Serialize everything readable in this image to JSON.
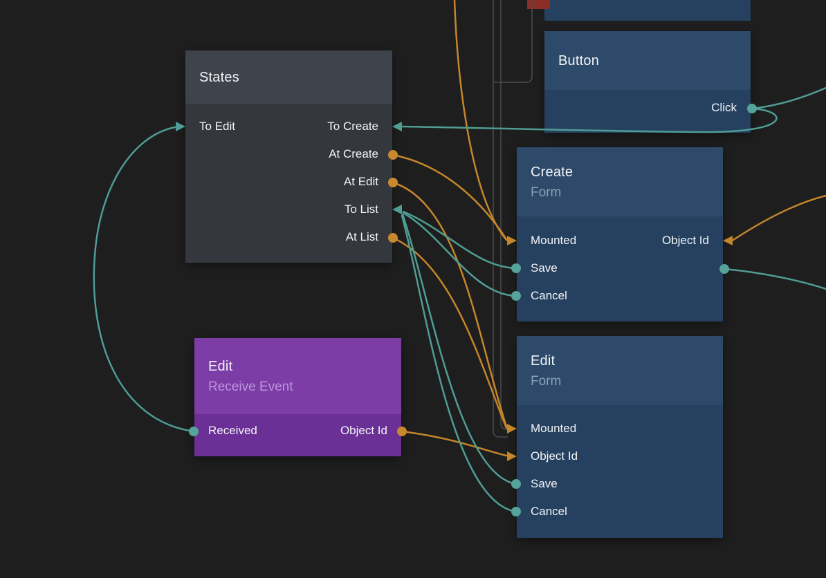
{
  "colors": {
    "background": "#1e1e1e",
    "teal_wire": "#4f9d94",
    "orange_wire": "#c5862b",
    "gray_wire": "#4b4b4b",
    "states_header": "#3f434b",
    "states_body": "#34383e",
    "blue_header": "#2d4a6a",
    "blue_body": "#264160",
    "purple_header": "#7c3da7",
    "purple_body": "#6b3095",
    "red_fragment": "#8a2e27"
  },
  "nodes": {
    "states": {
      "title": "States",
      "rows": [
        {
          "left": "To Edit",
          "right": "To Create"
        },
        {
          "left": "",
          "right": "At Create"
        },
        {
          "left": "",
          "right": "At Edit"
        },
        {
          "left": "",
          "right": "To List"
        },
        {
          "left": "",
          "right": "At List"
        }
      ]
    },
    "button": {
      "title": "Button",
      "rows": [
        {
          "left": "",
          "right": "Click"
        }
      ]
    },
    "create_form": {
      "title": "Create",
      "subtitle": "Form",
      "rows": [
        {
          "left": "Mounted",
          "right": "Object Id"
        },
        {
          "left": "Save",
          "right": ""
        },
        {
          "left": "Cancel",
          "right": ""
        }
      ]
    },
    "edit_form": {
      "title": "Edit",
      "subtitle": "Form",
      "rows": [
        {
          "left": "Mounted",
          "right": ""
        },
        {
          "left": "Object Id",
          "right": ""
        },
        {
          "left": "Save",
          "right": ""
        },
        {
          "left": "Cancel",
          "right": ""
        }
      ]
    },
    "edit_receive_event": {
      "title": "Edit",
      "subtitle": "Receive Event",
      "rows": [
        {
          "left": "Received",
          "right": "Object Id"
        }
      ]
    }
  },
  "connections": [
    {
      "from": "Button.Click",
      "to": "States.To Create",
      "color": "teal"
    },
    {
      "from": "Button.Click",
      "to": "offscreen-right",
      "color": "teal"
    },
    {
      "from": "offscreen-top",
      "to": "Create.Mounted",
      "color": "orange"
    },
    {
      "from": "States.At Create",
      "to": "Create.Mounted",
      "color": "orange"
    },
    {
      "from": "States.At Edit",
      "to": "Edit Form.Mounted",
      "color": "orange"
    },
    {
      "from": "States.At List",
      "to": "Edit Form.Mounted",
      "color": "orange"
    },
    {
      "from": "Edit Receive Event.Object Id",
      "to": "Edit Form.Object Id",
      "color": "orange"
    },
    {
      "from": "offscreen-right",
      "to": "Create.Object Id",
      "color": "orange"
    },
    {
      "from": "Create.Save",
      "to": "States.To List",
      "color": "teal"
    },
    {
      "from": "Create.Cancel",
      "to": "States.To List",
      "color": "teal"
    },
    {
      "from": "Edit Form.Save",
      "to": "States.To List",
      "color": "teal"
    },
    {
      "from": "Edit Form.Cancel",
      "to": "States.To List",
      "color": "teal"
    },
    {
      "from": "Edit Receive Event.Received",
      "to": "States.To Edit",
      "color": "teal"
    },
    {
      "from": "Create.Save",
      "to": "offscreen-right",
      "color": "teal"
    }
  ]
}
